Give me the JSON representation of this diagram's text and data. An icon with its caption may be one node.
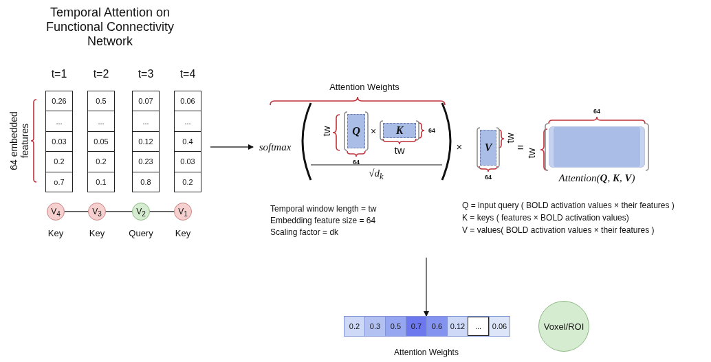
{
  "diagram": {
    "title": "Temporal Attention on Functional Connectivity Network",
    "nodes": [
      {
        "text": [
          "0.26",
          "...",
          "0.03",
          "0.2",
          "o.7"
        ],
        "beside": [
          "t=1"
        ]
      },
      {
        "text": [
          "0.5",
          "...",
          "0.05",
          "0.2",
          "0.1"
        ],
        "beside": [
          "t=2"
        ]
      },
      {
        "text": [
          "0.07",
          "...",
          "0.12",
          "0.23",
          "0.8"
        ],
        "beside": [
          "t=3"
        ]
      },
      {
        "text": [
          "0.06",
          "...",
          "0.4",
          "0.03",
          "0.2"
        ],
        "beside": [
          "t=4"
        ]
      },
      {
        "text": [
          "V$_{4}$"
        ],
        "beside": [
          "Key"
        ]
      },
      {
        "text": [
          "V$_{3}$"
        ],
        "beside": [
          "Key"
        ]
      },
      {
        "text": [
          "V$_{2}$"
        ],
        "beside": [
          "Query"
        ]
      },
      {
        "text": [
          "V$_{1}$"
        ],
        "beside": [
          "Key"
        ]
      },
      {
        "text": [
          "softmax"
        ]
      },
      {
        "text": [
          "Q"
        ]
      },
      {
        "text": [
          "K"
        ]
      },
      {
        "text": [
          "V"
        ]
      },
      {
        "text": [],
        "shape": "box",
        "beside": [
          "Attention(**Q**, **K**, **V**)"
        ]
      },
      {
        "text": [
          "0.2",
          "0.3",
          "0.5",
          "0.7",
          "0.6",
          "0.12",
          "...",
          "0.06"
        ]
      },
      {
        "text": [
          "Voxel/ROI"
        ]
      }
    ],
    "edges": [
      {
        "from": 4,
        "to": 5,
        "arrow": "none"
      },
      {
        "from": 5,
        "to": 6,
        "arrow": "none"
      },
      {
        "from": 6,
        "to": 7,
        "arrow": "none"
      },
      {
        "from": null,
        "to": 8,
        "arrow": "to"
      },
      {
        "from": null,
        "to": 13,
        "arrow": "to"
      }
    ],
    "labels": [
      "64 embedded features",
      "Attention Weights",
      "tw",
      "64",
      "×",
      "64",
      "tw",
      "√d$_{k}$",
      "×",
      "tw",
      "64",
      "=",
      "64",
      "tw",
      "Temporal window length = tw",
      "Embedding feature size = 64",
      "Scaling factor = dk",
      "Q = input query ( BOLD activation values × their features )",
      "K = keys ( features × BOLD activation values)",
      "V = values( BOLD activation values × their features )",
      "Attention Weights"
    ]
  }
}
